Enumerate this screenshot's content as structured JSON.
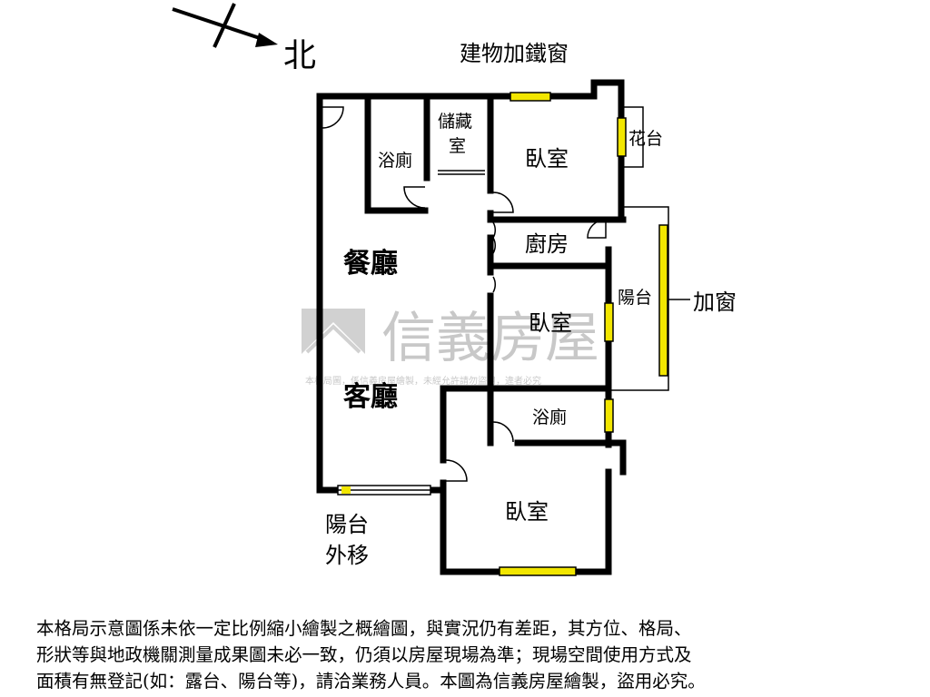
{
  "compass": {
    "label": "北"
  },
  "labels": {
    "window_top": "建物加鐵窗",
    "flower_bed": "花台",
    "storage": "儲藏室",
    "bath_top": "浴廁",
    "bedroom_top": "臥室",
    "kitchen": "廚房",
    "dining": "餐廳",
    "balcony_right": "陽台",
    "add_window": "加窗",
    "bedroom_middle": "臥室",
    "living": "客廳",
    "bath_middle": "浴廁",
    "bedroom_bottom": "臥室",
    "balcony_moved_line1": "陽台",
    "balcony_moved_line2": "外移"
  },
  "watermark": {
    "brand": "信義房屋",
    "copyright": "本格局圖，係信義房屋繪製，未經允許請勿盜用，違者必究"
  },
  "disclaimer": [
    "本格局示意圖係未依一定比例縮小繪製之概繪圖，與實況仍有差距，其方位、格局、",
    "形狀等與地政機關測量成果圖未必一致，仍須以房屋現場為準；現場空間使用方式及",
    "面積有無登記(如：露台、陽台等)，請洽業務人員。本圖為信義房屋繪製，盜用必究。"
  ],
  "colors": {
    "wall": "#000000",
    "window": "#f2e600",
    "watermark": "#c8c8c8"
  }
}
